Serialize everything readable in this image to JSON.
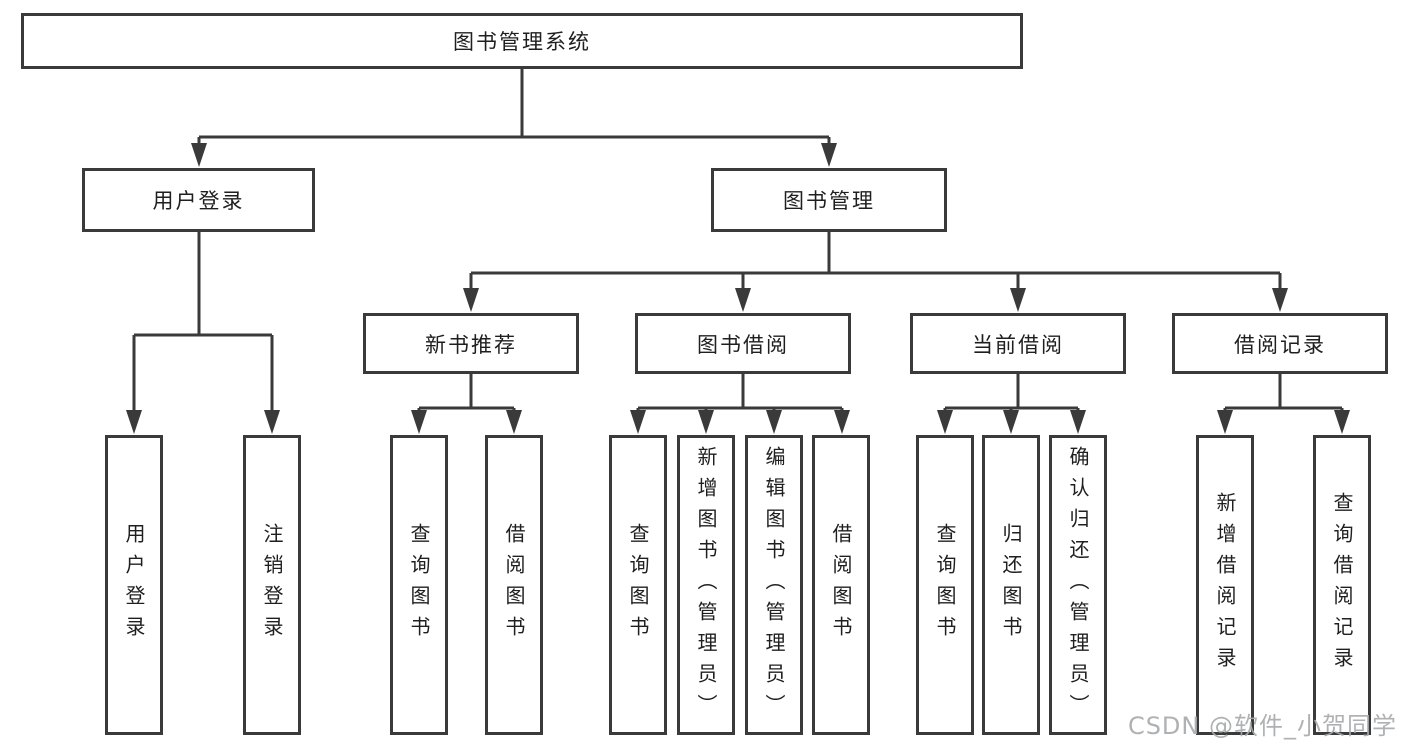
{
  "tree": {
    "root": "图书管理系统",
    "children": [
      {
        "label": "用户登录",
        "leaves": [
          "用户登录",
          "注销登录"
        ]
      },
      {
        "label": "图书管理",
        "children": [
          {
            "label": "新书推荐",
            "leaves": [
              "查询图书",
              "借阅图书"
            ]
          },
          {
            "label": "图书借阅",
            "leaves": [
              "查询图书",
              "新增图书（管理员）",
              "编辑图书（管理员）",
              "借阅图书"
            ]
          },
          {
            "label": "当前借阅",
            "leaves": [
              "查询图书",
              "归还图书",
              "确认归还（管理员）"
            ]
          },
          {
            "label": "借阅记录",
            "leaves": [
              "新增借阅记录",
              "查询借阅记录"
            ]
          }
        ]
      }
    ]
  },
  "watermark": {
    "text": "CSDN @软件_小贺同学"
  },
  "colors": {
    "line": "#3a3a3a",
    "box_border": "#3a3a3a",
    "text": "#1f1f1f",
    "watermark": "#a8aaad",
    "background": "#ffffff"
  }
}
